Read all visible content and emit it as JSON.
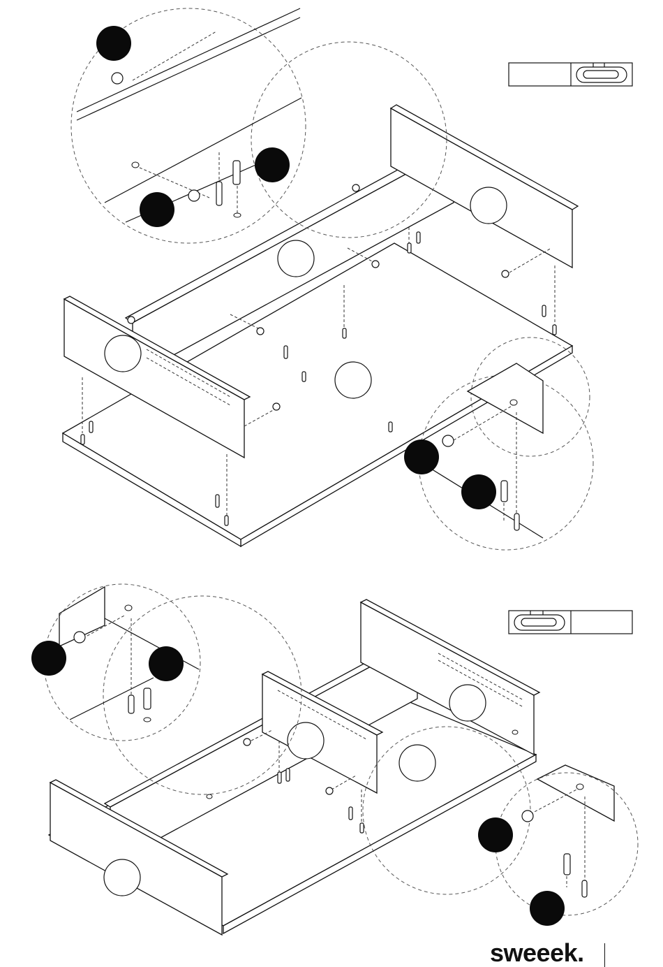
{
  "brand": {
    "name": "sweeek."
  },
  "colors": {
    "ink": "#111111",
    "marker": "#0a0a0a",
    "paper": "#ffffff"
  },
  "steps": [
    {
      "orientation_icon": "bubble-level-icon",
      "level_position": "right"
    },
    {
      "orientation_icon": "bubble-level-icon",
      "level_position": "left"
    }
  ]
}
